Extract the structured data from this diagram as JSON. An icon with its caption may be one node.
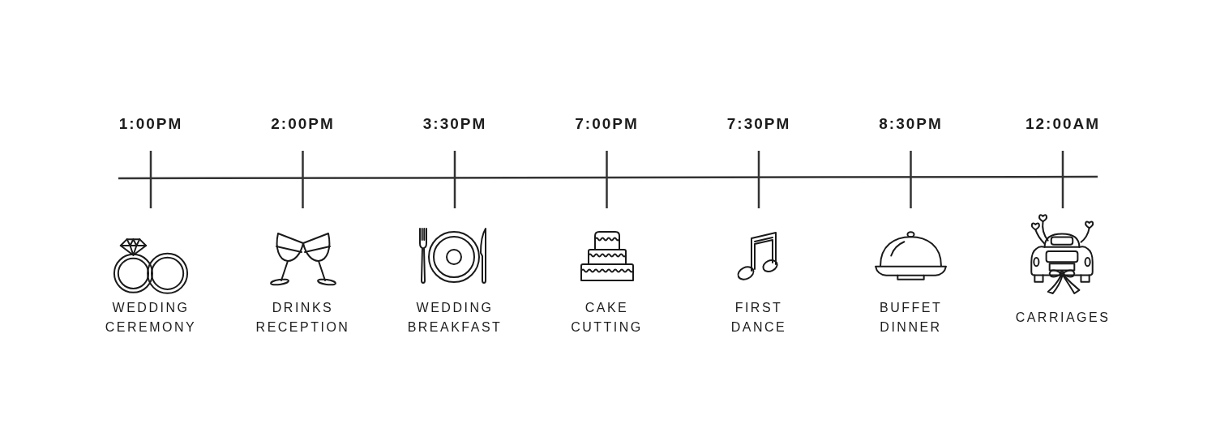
{
  "diagram": {
    "labels": [
      "1:00PM",
      "2:00PM",
      "3:30PM",
      "7:00PM",
      "7:30PM",
      "8:30PM",
      "12:00AM",
      "WEDDING CEREMONY",
      "DRINKS RECEPTION",
      "WEDDING BREAKFAST",
      "CAKE CUTTING",
      "FIRST DANCE",
      "BUFFET DINNER",
      "CARRIAGES"
    ]
  }
}
